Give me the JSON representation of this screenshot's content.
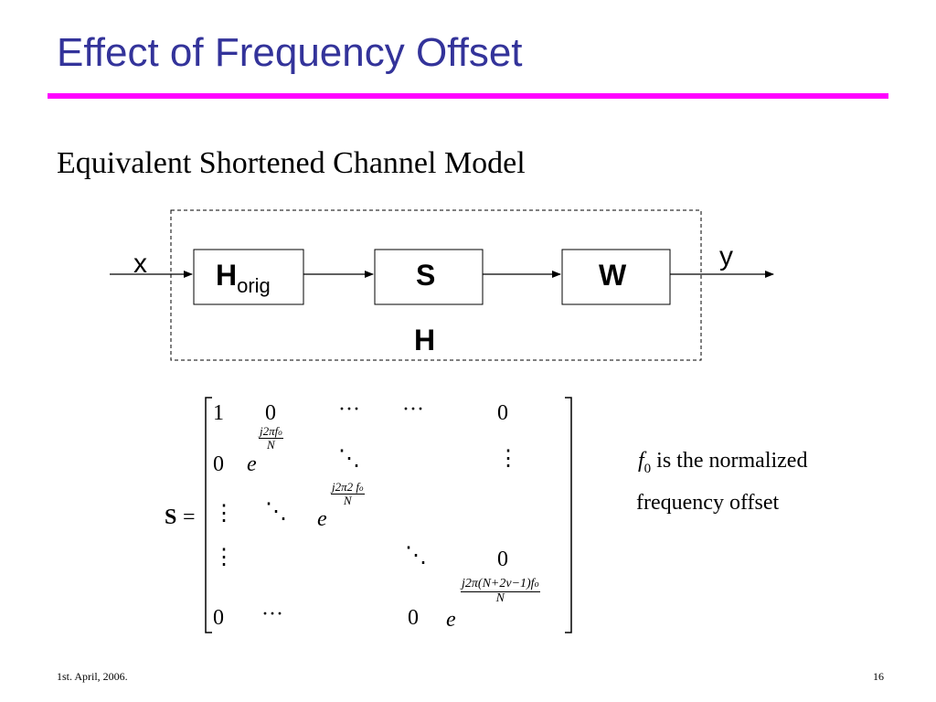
{
  "slide": {
    "title": "Effect of Frequency Offset",
    "subtitle": "Equivalent Shortened Channel Model",
    "accent_color": "#ff00ff",
    "title_color": "#33339a"
  },
  "diagram": {
    "input_label": "x",
    "output_label": "y",
    "blocks": [
      {
        "main": "H",
        "sub": "orig"
      },
      {
        "main": "S"
      },
      {
        "main": "W"
      }
    ],
    "group_label": "H"
  },
  "matrix": {
    "lhs": "S",
    "equals": "=",
    "one": "1",
    "zero": "0",
    "hdots": "···",
    "vdots": "⋮",
    "ddots": "⋱",
    "e": "e",
    "exp1_num": "j2πf",
    "exp1_sub": "o",
    "exp_den": "N",
    "exp2_num": "j2π2 f",
    "exp2_sub": "o",
    "exp3_num": "j2π(N+2v−1)f",
    "exp3_sub": "o"
  },
  "note": {
    "symbol": "f",
    "symbol_sub": "0",
    "line1": "is the normalized",
    "line2": "frequency offset"
  },
  "footer": {
    "date": "1st. April, 2006.",
    "page": "16"
  }
}
